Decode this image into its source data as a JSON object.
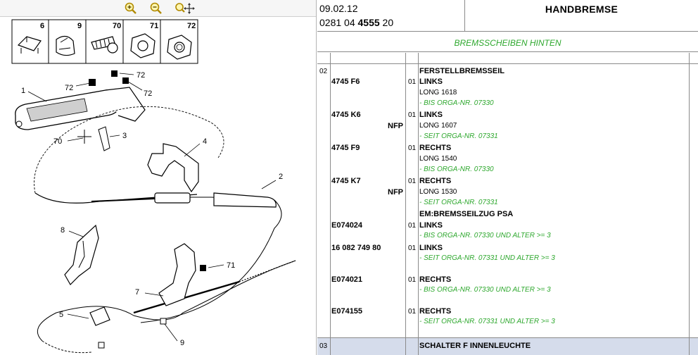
{
  "toolbar": {
    "icons": [
      "zoom-in-icon",
      "zoom-out-icon",
      "zoom-pan-icon"
    ],
    "accent": "#c8a000"
  },
  "diagram": {
    "inset_labels": [
      "6",
      "9",
      "70",
      "71",
      "72"
    ],
    "callouts": {
      "c1": "1",
      "c72a": "72",
      "c72b": "72",
      "c72c": "72",
      "c70": "70",
      "c3": "3",
      "c4": "4",
      "c2": "2",
      "c8": "8",
      "c71": "71",
      "c7": "7",
      "c5": "5",
      "c9": "9"
    }
  },
  "header": {
    "date": "09.02.12",
    "ref_prefix": "0281 04 ",
    "ref_bold": "4555",
    "ref_suffix": " 20",
    "title": "HANDBREMSE"
  },
  "section_title": "BREMSSCHEIBEN HINTEN",
  "group1": {
    "number": "02",
    "title": "FERSTELLBREMSSEIL"
  },
  "rows": [
    {
      "ref": "4745 F6",
      "nfp": "",
      "qty": "01",
      "name": "LINKS",
      "info": "LONG 1618",
      "note": "- BIS ORGA-NR. 07330"
    },
    {
      "ref": "4745 K6",
      "nfp": "NFP",
      "qty": "01",
      "name": "LINKS",
      "info": "LONG 1607",
      "note": "- SEIT ORGA-NR. 07331"
    },
    {
      "ref": "4745 F9",
      "nfp": "",
      "qty": "01",
      "name": "RECHTS",
      "info": "LONG 1540",
      "note": "- BIS ORGA-NR. 07330"
    },
    {
      "ref": "4745 K7",
      "nfp": "NFP",
      "qty": "01",
      "name": "RECHTS",
      "info": "LONG 1530",
      "note": "- SEIT ORGA-NR. 07331"
    }
  ],
  "subgroup_title": "EM:BREMSSEILZUG PSA",
  "rows2": [
    {
      "ref": "E074024",
      "qty": "01",
      "name": "LINKS",
      "note": "- BIS ORGA-NR. 07330 UND ALTER >= 3"
    },
    {
      "ref": "16 082 749 80",
      "qty": "01",
      "name": "LINKS",
      "note": "- SEIT ORGA-NR. 07331 UND ALTER >= 3"
    },
    {
      "ref": "E074021",
      "qty": "01",
      "name": "RECHTS",
      "note": "- BIS ORGA-NR. 07330 UND ALTER >= 3"
    },
    {
      "ref": "E074155",
      "qty": "01",
      "name": "RECHTS",
      "note": "- SEIT ORGA-NR. 07331 UND ALTER >= 3"
    }
  ],
  "group2": {
    "number": "03",
    "title": "SCHALTER F INNENLEUCHTE"
  },
  "colors": {
    "note_green": "#2ea82e",
    "selected_row": "#d5dceb",
    "grid": "#8a8a8a"
  }
}
